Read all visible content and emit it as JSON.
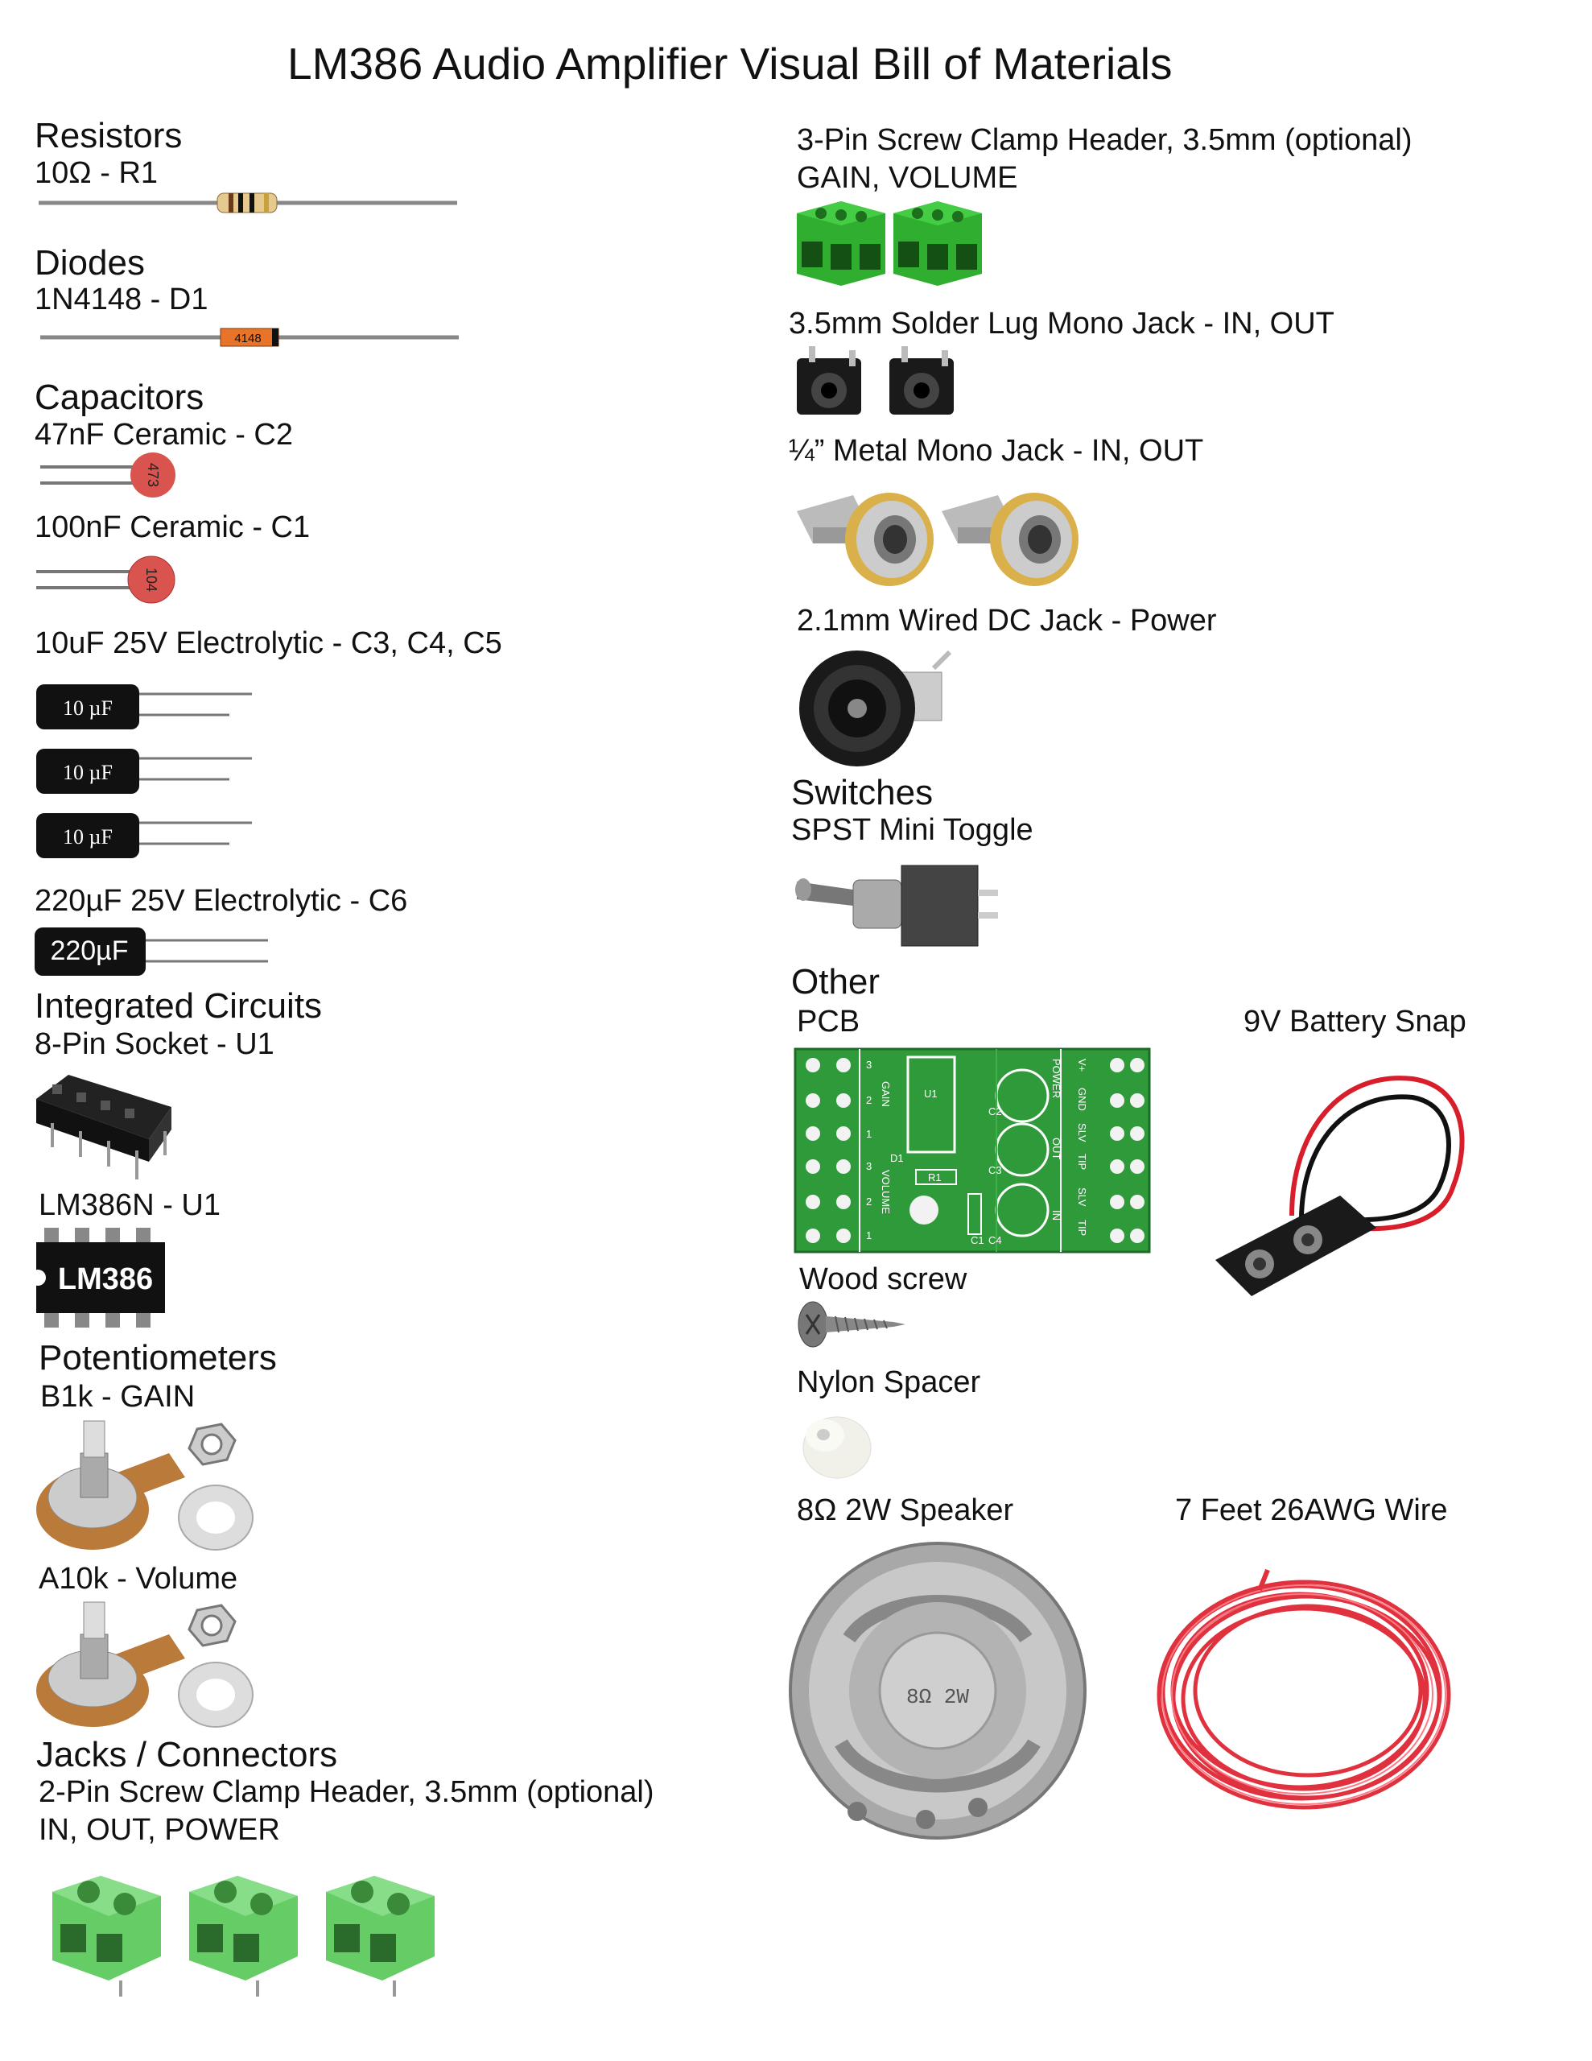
{
  "title": "LM386 Audio Amplifier Visual Bill of Materials",
  "left": {
    "resistors": {
      "heading": "Resistors",
      "items": [
        "10Ω - R1"
      ]
    },
    "diodes": {
      "heading": "Diodes",
      "items": [
        "1N4148 - D1"
      ],
      "diode_marking": "4148"
    },
    "capacitors": {
      "heading": "Capacitors",
      "items": [
        "47nF Ceramic - C2",
        "100nF Ceramic - C1",
        "10uF 25V Electrolytic - C3, C4, C5",
        "220µF 25V Electrolytic - C6"
      ],
      "ceramic_codes": [
        "473",
        "104"
      ],
      "electrolytic_marks": [
        "10 µF",
        "220µF"
      ]
    },
    "ics": {
      "heading": "Integrated Circuits",
      "items": [
        "8-Pin Socket - U1",
        "LM386N - U1"
      ],
      "chip_marking": "LM386"
    },
    "pots": {
      "heading": "Potentiometers",
      "items": [
        "B1k - GAIN",
        "A10k - Volume"
      ]
    },
    "jacks": {
      "heading": "Jacks / Connectors",
      "items": [
        "2-Pin Screw Clamp Header, 3.5mm (optional)",
        "IN, OUT, POWER"
      ]
    }
  },
  "right": {
    "screw3": [
      "3-Pin Screw Clamp Header, 3.5mm (optional)",
      "GAIN, VOLUME"
    ],
    "solder_jack": "3.5mm Solder Lug Mono Jack - IN, OUT",
    "metal_jack": "¼” Metal Mono Jack - IN, OUT",
    "dc_jack": "2.1mm Wired DC Jack - Power",
    "switches": {
      "heading": "Switches",
      "items": [
        "SPST Mini Toggle"
      ]
    },
    "other": {
      "heading": "Other",
      "pcb": "PCB",
      "battery": "9V Battery Snap",
      "wood_screw": "Wood screw",
      "nylon": "Nylon Spacer",
      "speaker": "8Ω 2W Speaker",
      "wire": "7 Feet 26AWG Wire",
      "speaker_marking": "8Ω 2W",
      "pcb_labels": [
        "U1",
        "C2",
        "D1",
        "R1",
        "C3",
        "C1",
        "C4",
        "GAIN",
        "VOLUME",
        "POWER",
        "V+",
        "GND",
        "OUT",
        "SLV",
        "TIP",
        "IN",
        "3",
        "2",
        "1"
      ]
    }
  },
  "colors": {
    "green_terminal": "#3dbb3d",
    "light_green_terminal": "#66cc66",
    "ceramic": "#d9534f",
    "pcb": "#2f9a3a",
    "wire": "#e0323e",
    "pot_body": "#b97a3a"
  }
}
